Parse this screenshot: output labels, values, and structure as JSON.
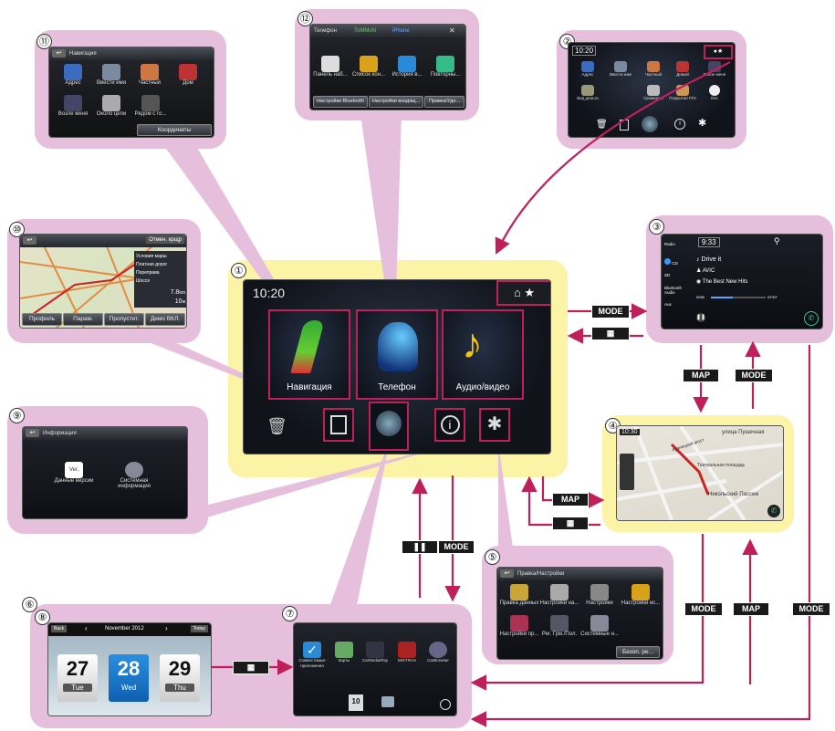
{
  "circles": {
    "n1": "①",
    "n2": "②",
    "n3": "③",
    "n4": "④",
    "n5": "⑤",
    "n6": "⑥",
    "n7": "⑦",
    "n8": "⑧",
    "n9": "⑨",
    "n10": "⑩",
    "n11": "⑪",
    "n12": "⑫"
  },
  "main": {
    "clock": "10:20",
    "nav": "Навигация",
    "phone": "Телефон",
    "audio": "Аудио/видео"
  },
  "nav_menu": {
    "title": "Навигация",
    "items": [
      "Адрес",
      "Ввести имя",
      "Частный",
      "Дом",
      "Возле меня",
      "Около цепи",
      "Рядом с го..."
    ],
    "coords": "Координаты"
  },
  "phone_menu": {
    "title": "Телефон",
    "bt1": "ToMMoN",
    "bt2": "iPhone",
    "items": [
      "Панель наб...",
      "Список кон...",
      "История в...",
      "Повторны..."
    ],
    "buttons": [
      "Настройки Bluetooth",
      "Настройки входящ...",
      "Правка/Удо..."
    ]
  },
  "screen2": {
    "clock": "10:20",
    "row1": [
      "Адрес",
      "Ввести имя",
      "Частный",
      "Домой",
      "Возле меня"
    ],
    "row2": [
      "Вид деньги",
      "",
      "Громкость",
      "Покрытие POI",
      "Dsc"
    ]
  },
  "audio": {
    "clock": "9:33",
    "sources": [
      "Radio",
      "CD",
      "SD",
      "Bluetooth Audio",
      "Aux"
    ],
    "track": "Drive it",
    "artist": "AVIC",
    "album": "The Best New Hits",
    "time_start": "0056",
    "time_end": "02'50\""
  },
  "map4": {
    "clock": "10:30",
    "street1": "улица Пушечная",
    "street2": "Никольский Пассеж",
    "street3": "Кузнецкий мост",
    "street4": "Театральная площадь"
  },
  "route10": {
    "cancel": "Отмен. крщр",
    "legend": [
      "Условия марш",
      "Платная дорог",
      "Переправа",
      "Шоссе"
    ],
    "dist1": "7.8",
    "unit1": "km",
    "dist2": "10",
    "unit2": "м",
    "buttons": [
      "Профиль",
      "Парам.",
      "Пропустит.",
      "Демо ВКЛ."
    ]
  },
  "info9": {
    "title": "Информация",
    "items": [
      "Данные версии",
      "Системная информация"
    ],
    "ver": "Ver."
  },
  "settings5": {
    "title": "Правка/Настройки",
    "items": [
      "Правка данных",
      "Настройки на...",
      "Настройки",
      "Настройки ис...",
      "Настройки пр...",
      "Рег. Грм./Пол.",
      "Системные н..."
    ],
    "button": "Безоп. ре..."
  },
  "apps7": {
    "items": [
      "Совместимые приложения",
      "Карты",
      "CarMediaPlay",
      "MIXTRAX",
      "CarBrowser"
    ],
    "day": "10"
  },
  "calendar8": {
    "back": "Back",
    "month": "November 2012",
    "today": "Today",
    "days": [
      {
        "num": "27",
        "dow": "Tue"
      },
      {
        "num": "28",
        "dow": "Wed"
      },
      {
        "num": "29",
        "dow": "Thu"
      }
    ]
  },
  "tags": {
    "mode": "MODE",
    "map": "MAP"
  },
  "colors": {
    "pink": "#e6bfdc",
    "yellow": "#fbf3a6",
    "arrow": "#c0205a"
  }
}
